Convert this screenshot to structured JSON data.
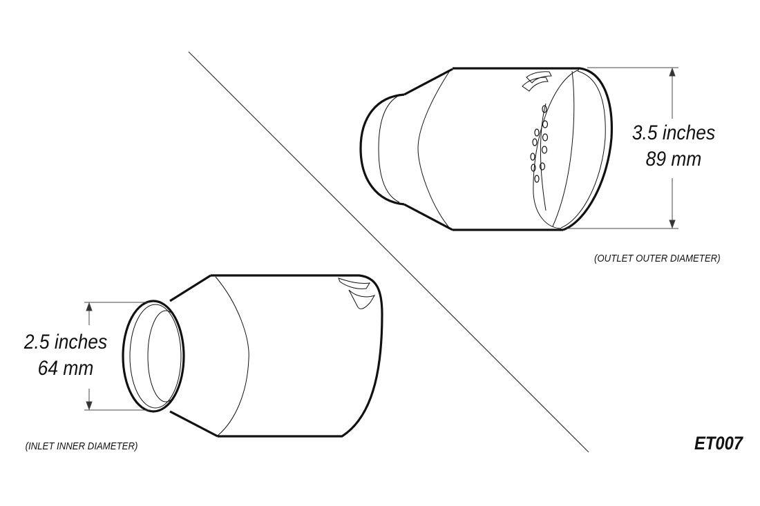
{
  "outlet": {
    "dimension_imperial": "3.5 inches",
    "dimension_metric": "89 mm",
    "caption": "(OUTLET OUTER DIAMETER)"
  },
  "inlet": {
    "dimension_imperial": "2.5 inches",
    "dimension_metric": "64 mm",
    "caption": "(INLET INNER DIAMETER)"
  },
  "part_number": "ET007",
  "colors": {
    "line": "#111111",
    "dim_line": "#444444",
    "background": "#ffffff"
  }
}
